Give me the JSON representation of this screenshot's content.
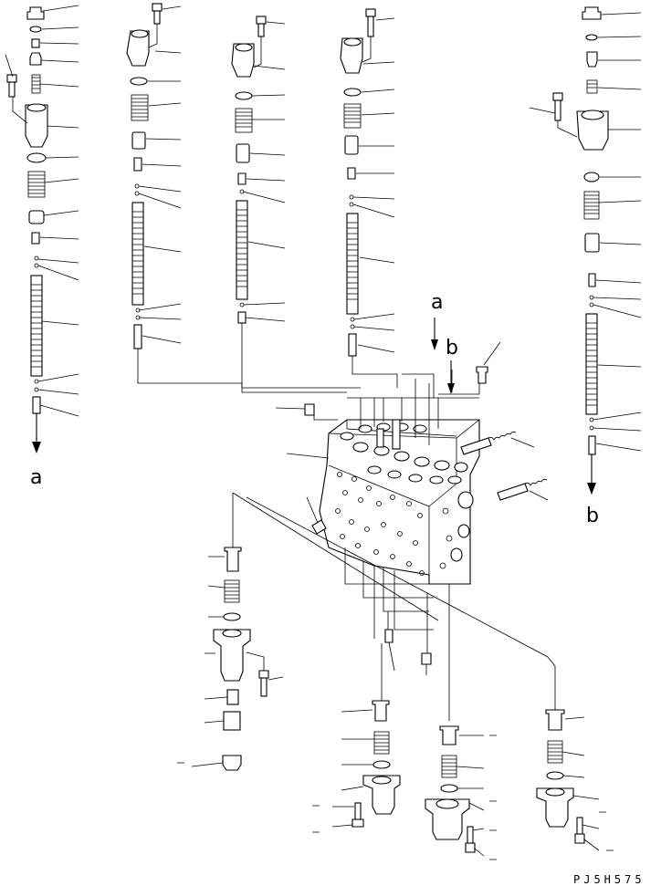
{
  "diagram": {
    "markers": {
      "a": "a",
      "b": "b"
    },
    "code": "PJ5H575"
  }
}
